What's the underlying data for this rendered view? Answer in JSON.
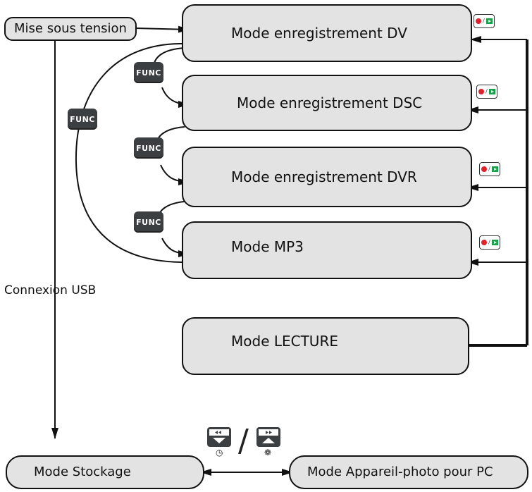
{
  "nodes": {
    "power_on": "Mise sous tension",
    "dv": "Mode enregistrement DV",
    "dsc": "Mode enregistrement DSC",
    "dvr": "Mode enregistrement DVR",
    "mp3": "Mode MP3",
    "playback": "Mode LECTURE",
    "storage": "Mode Stockage",
    "pc_camera": "Mode Appareil-photo pour PC"
  },
  "labels": {
    "usb": "Connexion USB",
    "func": "FUNC",
    "slash": "/"
  },
  "icons": {
    "func_button": "func-button-icon",
    "record_play": "record-play-toggle-icon",
    "rewind_down": "rewind-down-icon",
    "forward_up": "forward-up-icon",
    "timer": "self-timer-icon",
    "macro": "macro-icon",
    "record_color": "#e0202a",
    "play_color": "#18a04a",
    "button_color": "#3c3f42"
  }
}
